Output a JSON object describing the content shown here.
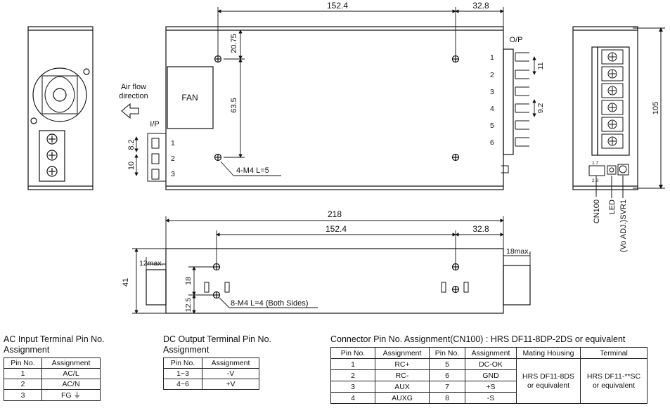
{
  "top_view": {
    "dim_hole_spacing": "152.4",
    "dim_right_offset": "32.8",
    "dim_top_hole": "20.75",
    "dim_hole_vertical": "63.5",
    "fan_label": "FAN",
    "airflow_line1": "Air flow",
    "airflow_line2": "direction",
    "ip_label": "I/P",
    "ip_pins": [
      "1",
      "2",
      "3"
    ],
    "dim_ip_pitch_a": "8.2",
    "dim_ip_pitch_b": "10",
    "op_label": "O/P",
    "op_pins": [
      "1",
      "2",
      "3",
      "4",
      "5",
      "6"
    ],
    "dim_op_a": "11",
    "dim_op_b": "9.2",
    "screw_note": "4-M4 L=5"
  },
  "right_view": {
    "height_dim": "105",
    "cn_pin_top": "1   7",
    "cn_pin_bottom": "2   8",
    "labels": [
      "CN100",
      "LED",
      "(Vo ADJ.)SVR1"
    ]
  },
  "side_view": {
    "overall_width": "218",
    "dim_hole_spacing": "152.4",
    "dim_right_offset": "32.8",
    "left_protrusion": "12max.",
    "right_protrusion": "18max.",
    "height": "41",
    "dim_hole_height": "18",
    "dim_bottom_offset": "12.5",
    "screw_note": "8-M4 L=4 (Both Sides)"
  },
  "ac_table": {
    "title_line1": "AC Input Terminal Pin No.",
    "title_line2": "Assignment",
    "headers": [
      "Pin No.",
      "Assignment"
    ],
    "rows": [
      [
        "1",
        "AC/L"
      ],
      [
        "2",
        "AC/N"
      ],
      [
        "3",
        "FG ⏚"
      ]
    ]
  },
  "dc_table": {
    "title_line1": "DC Output Terminal Pin No.",
    "title_line2": "Assignment",
    "headers": [
      "Pin No.",
      "Assignment"
    ],
    "rows": [
      [
        "1~3",
        "-V"
      ],
      [
        "4~6",
        "+V"
      ]
    ]
  },
  "cn_table": {
    "title": "Connector Pin No. Assignment(CN100) : HRS DF11-8DP-2DS or equivalent",
    "headers": [
      "Pin No.",
      "Assignment",
      "Pin No.",
      "Assignment",
      "Mating Housing",
      "Terminal"
    ],
    "rows": [
      [
        "1",
        "RC+",
        "5",
        "DC-OK"
      ],
      [
        "2",
        "RC-",
        "6",
        "GND"
      ],
      [
        "3",
        "AUX",
        "7",
        "+S"
      ],
      [
        "4",
        "AUXG",
        "8",
        "-S"
      ]
    ],
    "mating_housing": "HRS DF11-8DS or equivalent",
    "terminal": "HRS DF11-**SC or equivalent"
  }
}
